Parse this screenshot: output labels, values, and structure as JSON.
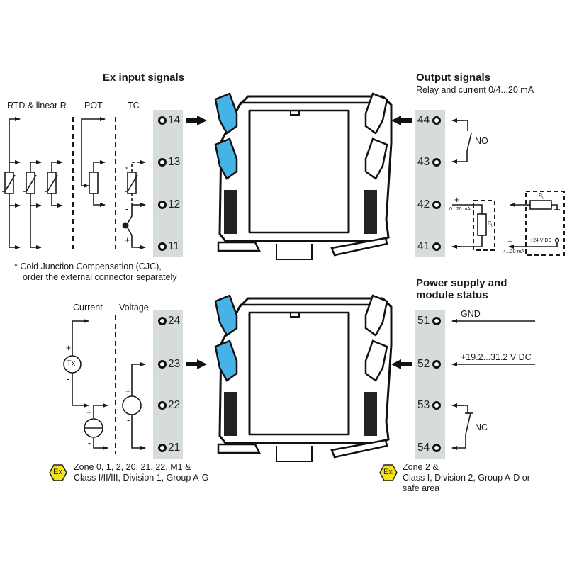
{
  "colors": {
    "strip": "#d5dcda",
    "terminal_blue": "#45b3e6",
    "ex_badge": "#f2e418",
    "line": "#1a1a1a"
  },
  "input_section": {
    "title": "Ex input signals",
    "groups": [
      "RTD & linear R",
      "POT",
      "TC"
    ],
    "terminals": [
      "14",
      "13",
      "12",
      "11"
    ],
    "tc_polarity": [
      "-",
      "+"
    ],
    "cjc_marker": "*",
    "cjc_note_line1": "* Cold Junction Compensation (CJC),",
    "cjc_note_line2": "order the external connector separately"
  },
  "input_section_2": {
    "groups": [
      "Current",
      "Voltage"
    ],
    "terminals": [
      "24",
      "23",
      "22",
      "21"
    ],
    "tx_label": "Tx",
    "polarity": [
      "+",
      "-"
    ]
  },
  "output_section": {
    "title": "Output signals",
    "subtitle": "Relay and current 0/4...20 mA",
    "terminals": [
      "44",
      "43",
      "42",
      "41"
    ],
    "relay_label": "NO",
    "current_passive": "0...20 mA",
    "load_label": "R",
    "load_sub": "L",
    "current_active": "4...20 mA",
    "supply_label": "+24 V DC",
    "polarity": [
      "+",
      "-"
    ]
  },
  "power_section": {
    "title_line1": "Power supply and",
    "title_line2": "module status",
    "terminals": [
      "51",
      "52",
      "53",
      "54"
    ],
    "gnd_label": "GND",
    "supply_label": "+19.2...31.2 V DC",
    "relay_label": "NC"
  },
  "approvals": {
    "left_badge": "Ex",
    "left_line1": "Zone 0, 1, 2, 20, 21, 22, M1 &",
    "left_line2": "Class I/II/III, Division 1, Group A-G",
    "right_badge": "Ex",
    "right_line1": "Zone 2 &",
    "right_line2": "Class I, Division 2, Group A-D or",
    "right_line3": "safe area"
  }
}
